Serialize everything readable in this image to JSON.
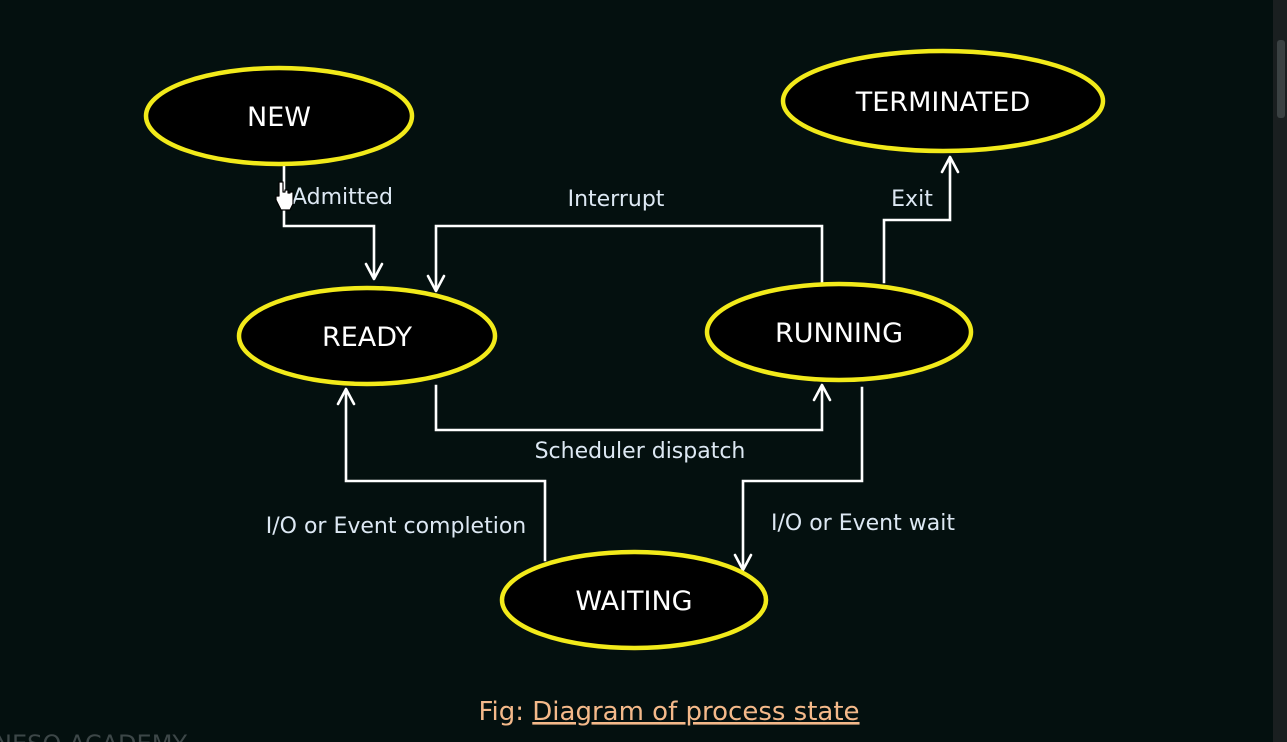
{
  "states": {
    "new": "NEW",
    "ready": "READY",
    "running": "RUNNING",
    "waiting": "WAITING",
    "terminated": "TERMINATED"
  },
  "transitions": {
    "admitted": "Admitted",
    "interrupt": "Interrupt",
    "exit": "Exit",
    "scheduler_dispatch": "Scheduler dispatch",
    "io_event_completion": "I/O or Event completion",
    "io_event_wait": "I/O or Event wait"
  },
  "caption": {
    "prefix": "Fig: ",
    "title": "Diagram of process state"
  },
  "watermark": "NESO ACADEMY",
  "colors": {
    "background": "#04100f",
    "state_outline": "#f2ea1a",
    "edge": "#ffffff",
    "caption": "#f4b98a"
  }
}
